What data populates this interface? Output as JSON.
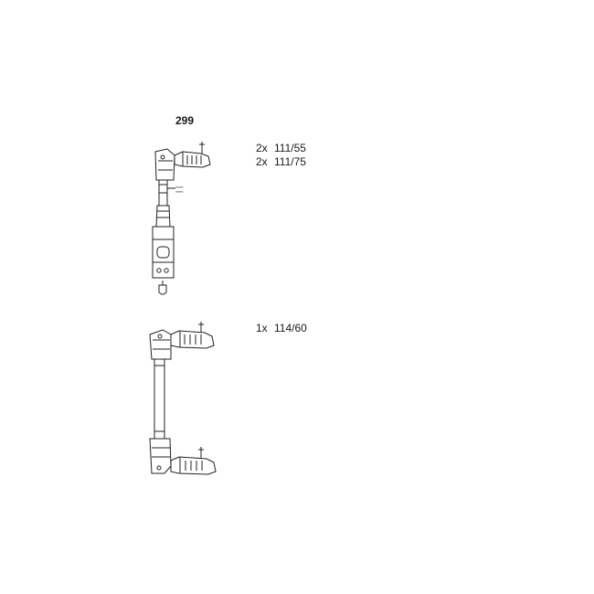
{
  "part_number": "299",
  "specs": [
    {
      "qty": "2x",
      "code": "111/55"
    },
    {
      "qty": "2x",
      "code": "111/75"
    },
    {
      "qty": "1x",
      "code": "114/60"
    }
  ]
}
